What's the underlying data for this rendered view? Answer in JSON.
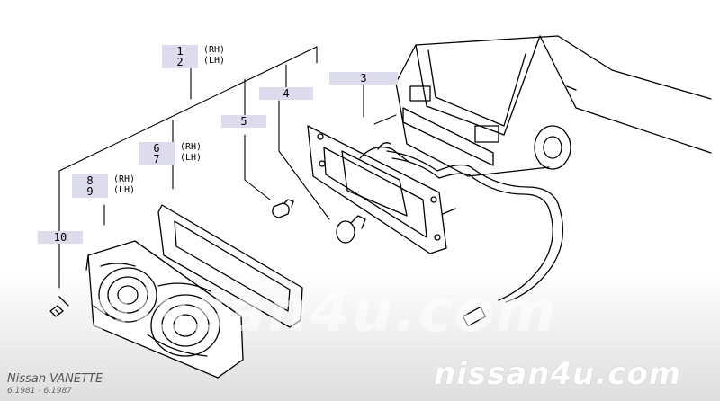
{
  "diagram": {
    "labels": [
      {
        "id": "lbl-1",
        "num": "1"
      },
      {
        "id": "lbl-2",
        "num": "2"
      },
      {
        "id": "lbl-3",
        "num": "3"
      },
      {
        "id": "lbl-4",
        "num": "4"
      },
      {
        "id": "lbl-5",
        "num": "5"
      },
      {
        "id": "lbl-6",
        "num": "6"
      },
      {
        "id": "lbl-7",
        "num": "7"
      },
      {
        "id": "lbl-8",
        "num": "8"
      },
      {
        "id": "lbl-9",
        "num": "9"
      },
      {
        "id": "lbl-10",
        "num": "10"
      }
    ],
    "side_rh": "(RH)",
    "side_lh": "(LH)"
  },
  "footer": {
    "model": "Nissan VANETTE",
    "years": "6.1981 - 6.1987",
    "watermark": "nissan4u.com",
    "watermark_center": "nissan4u.com"
  }
}
